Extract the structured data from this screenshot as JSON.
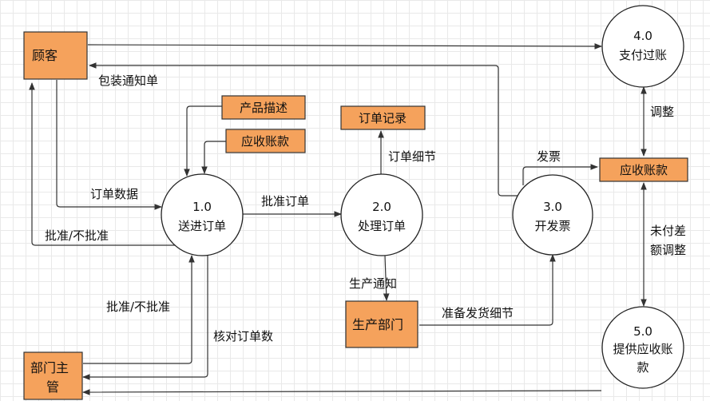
{
  "entities": {
    "customer": "顾客",
    "dept_manager_line1": "部门主",
    "dept_manager_line2": "管",
    "production_dept": "生产部门"
  },
  "processes": {
    "p1": {
      "num": "1.0",
      "name": "送进订单"
    },
    "p2": {
      "num": "2.0",
      "name": "处理订单"
    },
    "p3": {
      "num": "3.0",
      "name": "开发票"
    },
    "p4": {
      "num": "4.0",
      "name": "支付过账"
    },
    "p5": {
      "num": "5.0",
      "name_line1": "提供应收账",
      "name_line2": "款"
    }
  },
  "stores": {
    "product_desc": "产品描述",
    "receivable_left": "应收账款",
    "order_record": "订单记录",
    "receivable_right": "应收账款"
  },
  "flows": {
    "packing_notice": "包装通知单",
    "order_data": "订单数据",
    "approve_reject_1": "批准/不批准",
    "approved_order": "批准订单",
    "order_detail": "订单细节",
    "production_notice": "生产通知",
    "approve_reject_2": "批准/不批准",
    "check_order_count": "核对订单数",
    "ship_detail": "准备发货细节",
    "invoice": "发票",
    "adjust": "调整",
    "unpaid_adjust_line1": "未付差",
    "unpaid_adjust_line2": "额调整"
  },
  "colors": {
    "entity_fill": "#f5a25c",
    "stroke": "#333333",
    "grid": "#e9e9e9"
  }
}
